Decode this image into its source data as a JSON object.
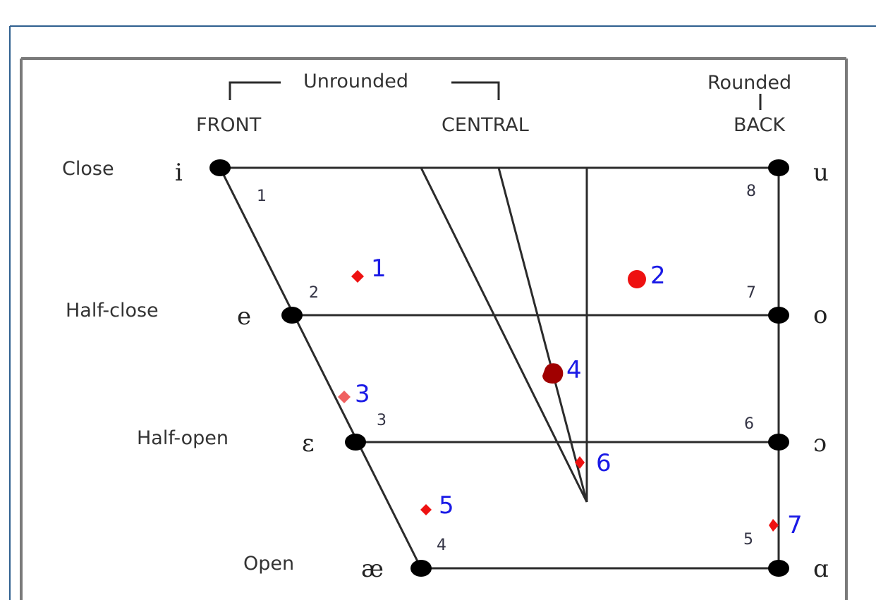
{
  "header": {
    "unrounded": "Unrounded",
    "rounded": "Rounded",
    "front": "FRONT",
    "central": "CENTRAL",
    "back": "BACK"
  },
  "heights": [
    {
      "id": "close",
      "label": "Close"
    },
    {
      "id": "half-close",
      "label": "Half-close"
    },
    {
      "id": "half-open",
      "label": "Half-open"
    },
    {
      "id": "open",
      "label": "Open"
    }
  ],
  "cardinal_vowels": [
    {
      "number": "1",
      "symbol": "i",
      "side": "front",
      "height": "close"
    },
    {
      "number": "2",
      "symbol": "e",
      "side": "front",
      "height": "half-close"
    },
    {
      "number": "3",
      "symbol": "ɛ",
      "side": "front",
      "height": "half-open"
    },
    {
      "number": "4",
      "symbol": "æ",
      "side": "front",
      "height": "open"
    },
    {
      "number": "5",
      "symbol": "ɑ",
      "side": "back",
      "height": "open"
    },
    {
      "number": "6",
      "symbol": "ɔ",
      "side": "back",
      "height": "half-open"
    },
    {
      "number": "7",
      "symbol": "o",
      "side": "back",
      "height": "half-close"
    },
    {
      "number": "8",
      "symbol": "u",
      "side": "back",
      "height": "close"
    }
  ],
  "plotted_points": [
    {
      "label": "1",
      "shape": "diamond",
      "color": "#ee1111"
    },
    {
      "label": "2",
      "shape": "circle",
      "color": "#ee1111"
    },
    {
      "label": "3",
      "shape": "diamond",
      "color": "#f06060"
    },
    {
      "label": "4",
      "shape": "blob",
      "color": "#a00000"
    },
    {
      "label": "5",
      "shape": "diamond",
      "color": "#ee1111"
    },
    {
      "label": "6",
      "shape": "diamond",
      "color": "#ee1111"
    },
    {
      "label": "7",
      "shape": "diamond",
      "color": "#ee1111"
    }
  ],
  "colors": {
    "point_label": "#1a1ae6",
    "line": "#2b2b2b",
    "frame": "#7a7a7a",
    "outer_border": "#2f5f8f"
  }
}
